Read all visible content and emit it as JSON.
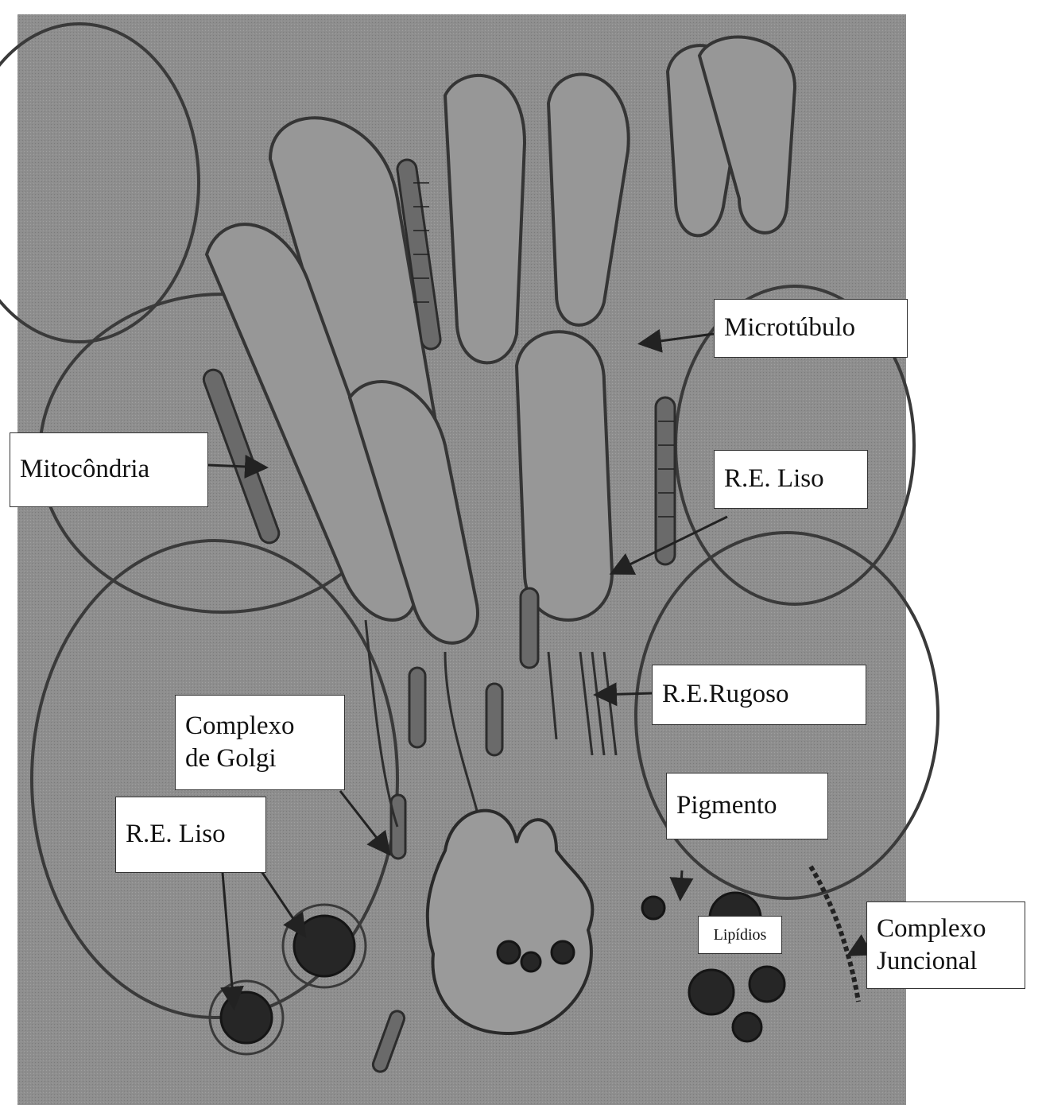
{
  "diagram": {
    "colors": {
      "background": "#8c8c8c",
      "organelle_outline": "#3a3a3a",
      "lipid_fill": "#262626",
      "label_bg": "#ffffff"
    },
    "labels": {
      "microtubulo": "Microtúbulo",
      "mitocondria": "Mitocôndria",
      "re_liso_right": "R.E. Liso",
      "re_rugoso": "R.E.Rugoso",
      "complexo_golgi": "Complexo\nde Golgi",
      "re_liso_left": "R.E. Liso",
      "pigmento": "Pigmento",
      "complexo_juncional": "Complexo\nJuncional",
      "lipidios": "Lipídios"
    }
  }
}
